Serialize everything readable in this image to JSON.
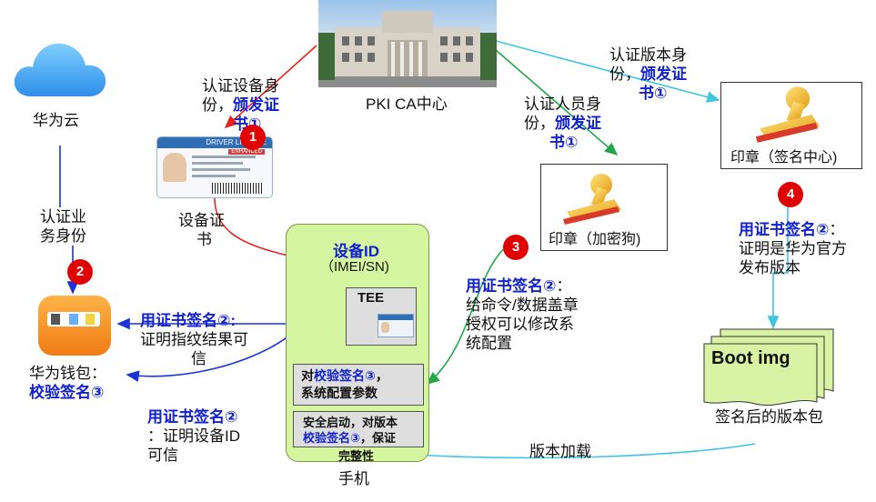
{
  "colors": {
    "red": "#e8221c",
    "green": "#22a84a",
    "cyan": "#3ec5e0",
    "blue": "#1a33d6",
    "phone": "#d6f5a0",
    "badge": "#e00000"
  },
  "building": {
    "label": "PKI CA中心",
    "icon": "government-building-photo"
  },
  "cloud": {
    "label": "华为云",
    "icon": "cloud-icon"
  },
  "link_cloud_wallet": {
    "l1": "认证业",
    "l2": "务身份"
  },
  "link_ca_device": {
    "l1": "认证设备身",
    "l2": "份，",
    "l2b": "颁发证",
    "l3": "书①"
  },
  "link_ca_dongle": {
    "l1": "认证人员身",
    "l2": "份，",
    "l2b": "颁发证",
    "l3": "书①"
  },
  "link_ca_signcenter": {
    "l1": "认证版本身",
    "l2": "份，",
    "l2b": "颁发证",
    "l3": "书①"
  },
  "device_cert": {
    "l1": "设备证",
    "l2": "书",
    "card_title": "DRIVER LICENSE",
    "card_tag": "ENHANCED"
  },
  "wallet": {
    "label": "华为钱包：",
    "verify": "校验签名③",
    "icon": "wallet-icon"
  },
  "badges": [
    "1",
    "2",
    "3",
    "4"
  ],
  "phone": {
    "device_id": "设备ID",
    "imei": "（IMEI/SN)",
    "tee": "TEE",
    "row1_a": "对",
    "row1_b": "校验签名③",
    "row1_c": "，",
    "row1_d": "系统配置参数",
    "row2_a": "安全启动，对版本",
    "row2_b": "校验签名③",
    "row2_c": "，保证",
    "row2_d": "完整性",
    "label": "手机"
  },
  "fingerprint_note": {
    "bold": "用证书签名②:",
    "l1": "证明指纹结果可",
    "l2": "信"
  },
  "device_note": {
    "bold": "用证书签名②",
    "l1": "：证明设备ID",
    "l2": "可信"
  },
  "dongle": {
    "label": "印章（加密狗)",
    "icon": "stamp-icon"
  },
  "dongle_note": {
    "bold": "用证书签名②",
    "colon": "：",
    "l1": "给命令/数据盖章",
    "l2": "授权可以修改系",
    "l3": "统配置"
  },
  "signcenter": {
    "label": "印章（签名中心)",
    "icon": "stamp-icon"
  },
  "signcenter_note": {
    "bold": "用证书签名②",
    "colon": "：",
    "l1": "证明是华为官方",
    "l2": "发布版本"
  },
  "bootimg": {
    "title": "Boot img",
    "label": "签名后的版本包"
  },
  "load_label": "版本加载"
}
